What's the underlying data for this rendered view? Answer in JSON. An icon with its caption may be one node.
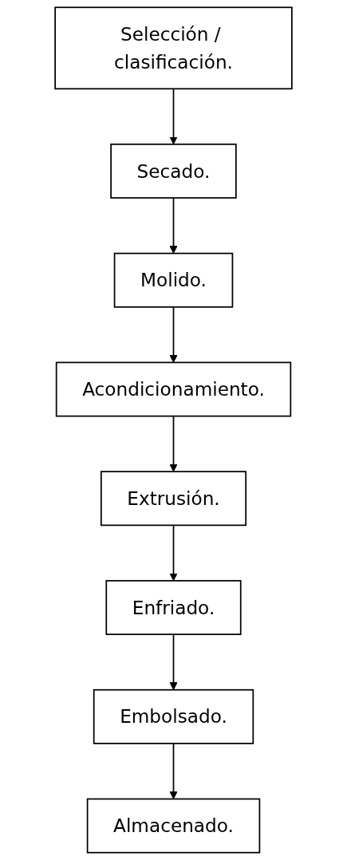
{
  "diagram": {
    "nodes": [
      {
        "text": [
          "Selección / clasificación."
        ]
      },
      {
        "text": [
          "Secado."
        ]
      },
      {
        "text": [
          "Molido."
        ]
      },
      {
        "text": [
          "Acondicionamiento."
        ]
      },
      {
        "text": [
          "Extrusión."
        ]
      },
      {
        "text": [
          "Enfriado."
        ]
      },
      {
        "text": [
          "Embolsado."
        ]
      },
      {
        "text": [
          "Almacenado."
        ]
      }
    ],
    "edges": [
      {
        "from": 0,
        "to": 1,
        "arrow": "to"
      },
      {
        "from": 1,
        "to": 2,
        "arrow": "to"
      },
      {
        "from": 2,
        "to": 3,
        "arrow": "to"
      },
      {
        "from": 3,
        "to": 4,
        "arrow": "to"
      },
      {
        "from": 4,
        "to": 5,
        "arrow": "to"
      },
      {
        "from": 5,
        "to": 6,
        "arrow": "to"
      },
      {
        "from": 6,
        "to": 7,
        "arrow": "to"
      }
    ]
  }
}
